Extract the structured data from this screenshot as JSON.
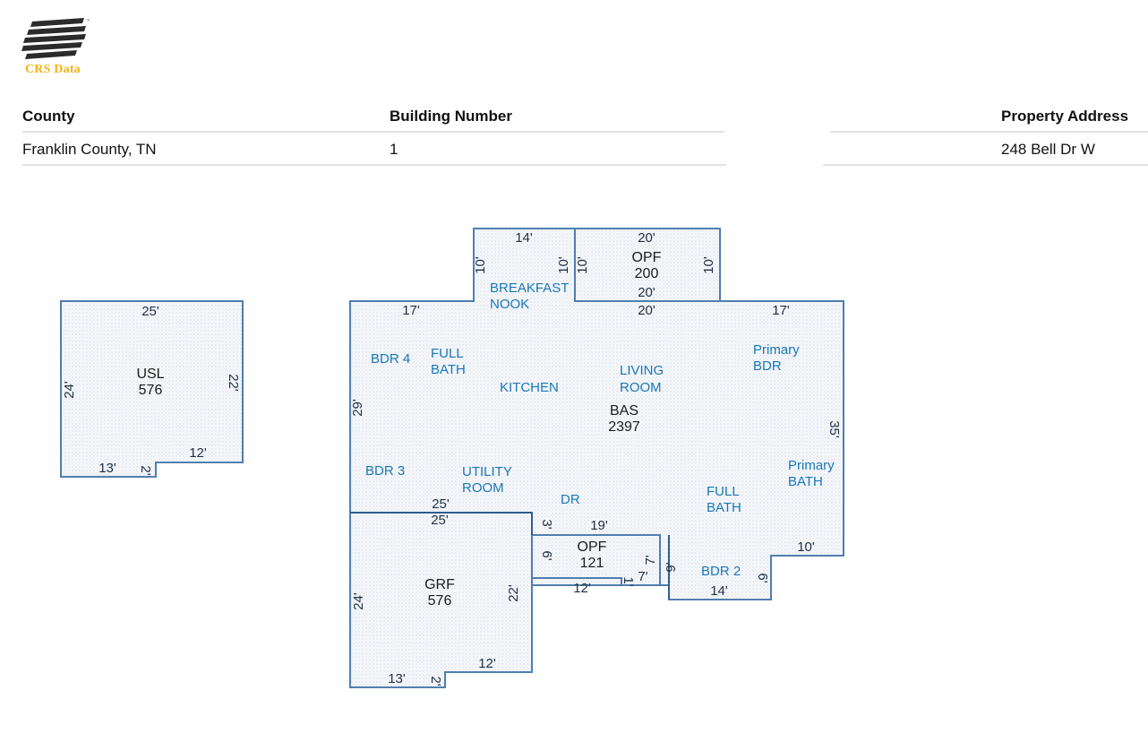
{
  "logo": {
    "text": "CRS Data",
    "icon": "crs-data-logo-stripes"
  },
  "header": {
    "county_label": "County",
    "building_label": "Building Number",
    "address_label": "Property Address"
  },
  "values": {
    "county": "Franklin County, TN",
    "building": "1",
    "address": "248 Bell Dr W"
  },
  "colors": {
    "logo_stripes": "#2b2b2b",
    "logo_text": "#f2b418",
    "outline": "#4f7fae",
    "room_label": "#1a78b8"
  },
  "plan": {
    "usl": {
      "name": "USL",
      "area": "576",
      "dims": {
        "top": "25'",
        "left": "24'",
        "right": "22'",
        "bottom_left": "13'",
        "notch": "2'",
        "bottom_right": "12'"
      }
    },
    "bas": {
      "name": "BAS",
      "area": "2397"
    },
    "grf": {
      "name": "GRF",
      "area": "576",
      "dims": {
        "top": "25'",
        "left": "24'",
        "right": "22'",
        "bottom_left": "13'",
        "notch": "2'",
        "bottom_right": "12'"
      }
    },
    "opf_top": {
      "name": "OPF",
      "area": "200",
      "dims": {
        "top": "20'",
        "bottom": "20'",
        "left": "10'",
        "right": "10'"
      }
    },
    "opf_bottom": {
      "name": "OPF",
      "area": "121",
      "dims": {
        "top": "19'",
        "left": "6'",
        "right": "7'",
        "bottom_left": "12'",
        "bottom_right": "7'",
        "step": "1'"
      }
    },
    "bas_dims": {
      "nook_top": "14'",
      "nook_left": "10'",
      "nook_right": "10'",
      "top_left": "17'",
      "top_mid": "20'",
      "top_right": "17'",
      "left": "29'",
      "right": "35'",
      "bottom_left": "25'",
      "step_3": "3'",
      "step_9": "9'",
      "bdr2_bottom": "14'",
      "bdr2_right": "6'",
      "bottom_right": "10'"
    },
    "rooms": {
      "breakfast_1": "BREAKFAST",
      "breakfast_2": "NOOK",
      "bdr4": "BDR 4",
      "fullbath1_1": "FULL",
      "fullbath1_2": "BATH",
      "kitchen": "KITCHEN",
      "living_1": "LIVING",
      "living_2": "ROOM",
      "primary_bdr_1": "Primary",
      "primary_bdr_2": "BDR",
      "bdr3": "BDR 3",
      "utility_1": "UTILITY",
      "utility_2": "ROOM",
      "dr": "DR",
      "fullbath2_1": "FULL",
      "fullbath2_2": "BATH",
      "primary_bath_1": "Primary",
      "primary_bath_2": "BATH",
      "bdr2": "BDR 2"
    }
  }
}
